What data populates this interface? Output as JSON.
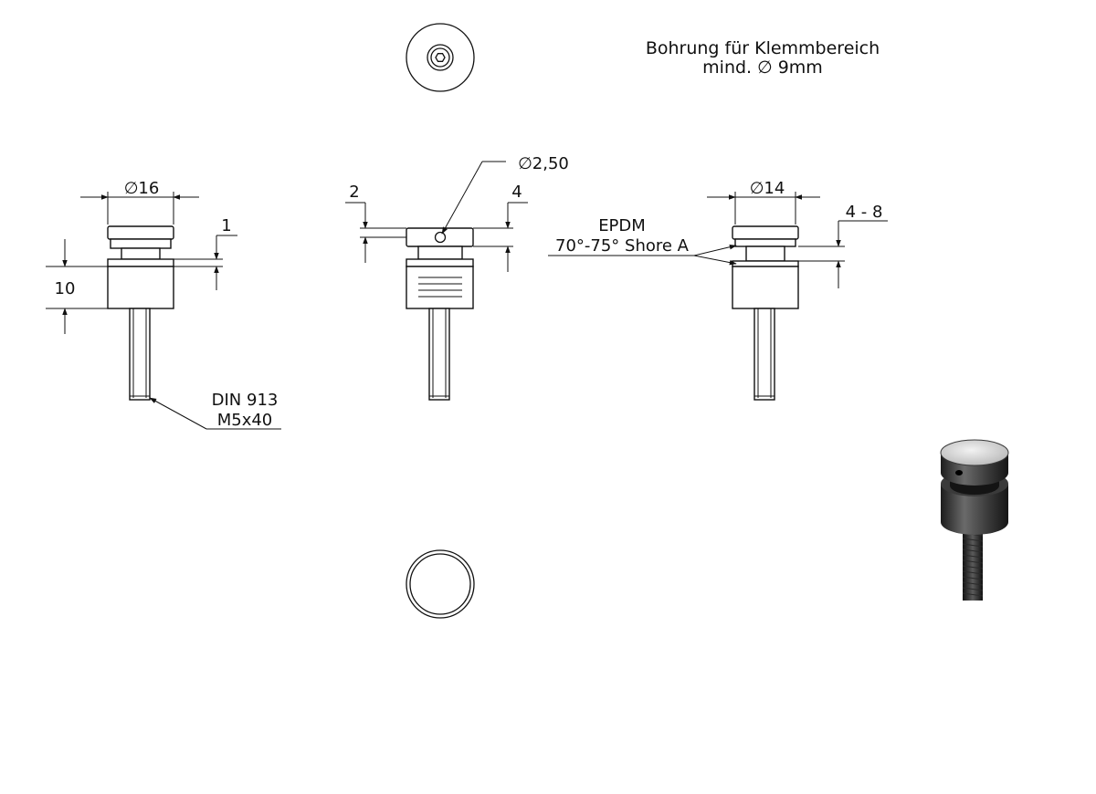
{
  "note": {
    "line1": "Bohrung für Klemmbereich",
    "line2": "mind. ∅ 9mm"
  },
  "left_view": {
    "diameter": "∅16",
    "dim_gap": "1",
    "dim_height": "10",
    "bolt_line1": "DIN 913",
    "bolt_line2": "M5x40"
  },
  "middle_view": {
    "hole_diameter": "∅2,50",
    "dim_left": "2",
    "dim_right": "4"
  },
  "right_view": {
    "diameter": "∅14",
    "dim_range": "4 - 8",
    "material_line1": "EPDM",
    "material_line2": "70°-75° Shore A"
  }
}
